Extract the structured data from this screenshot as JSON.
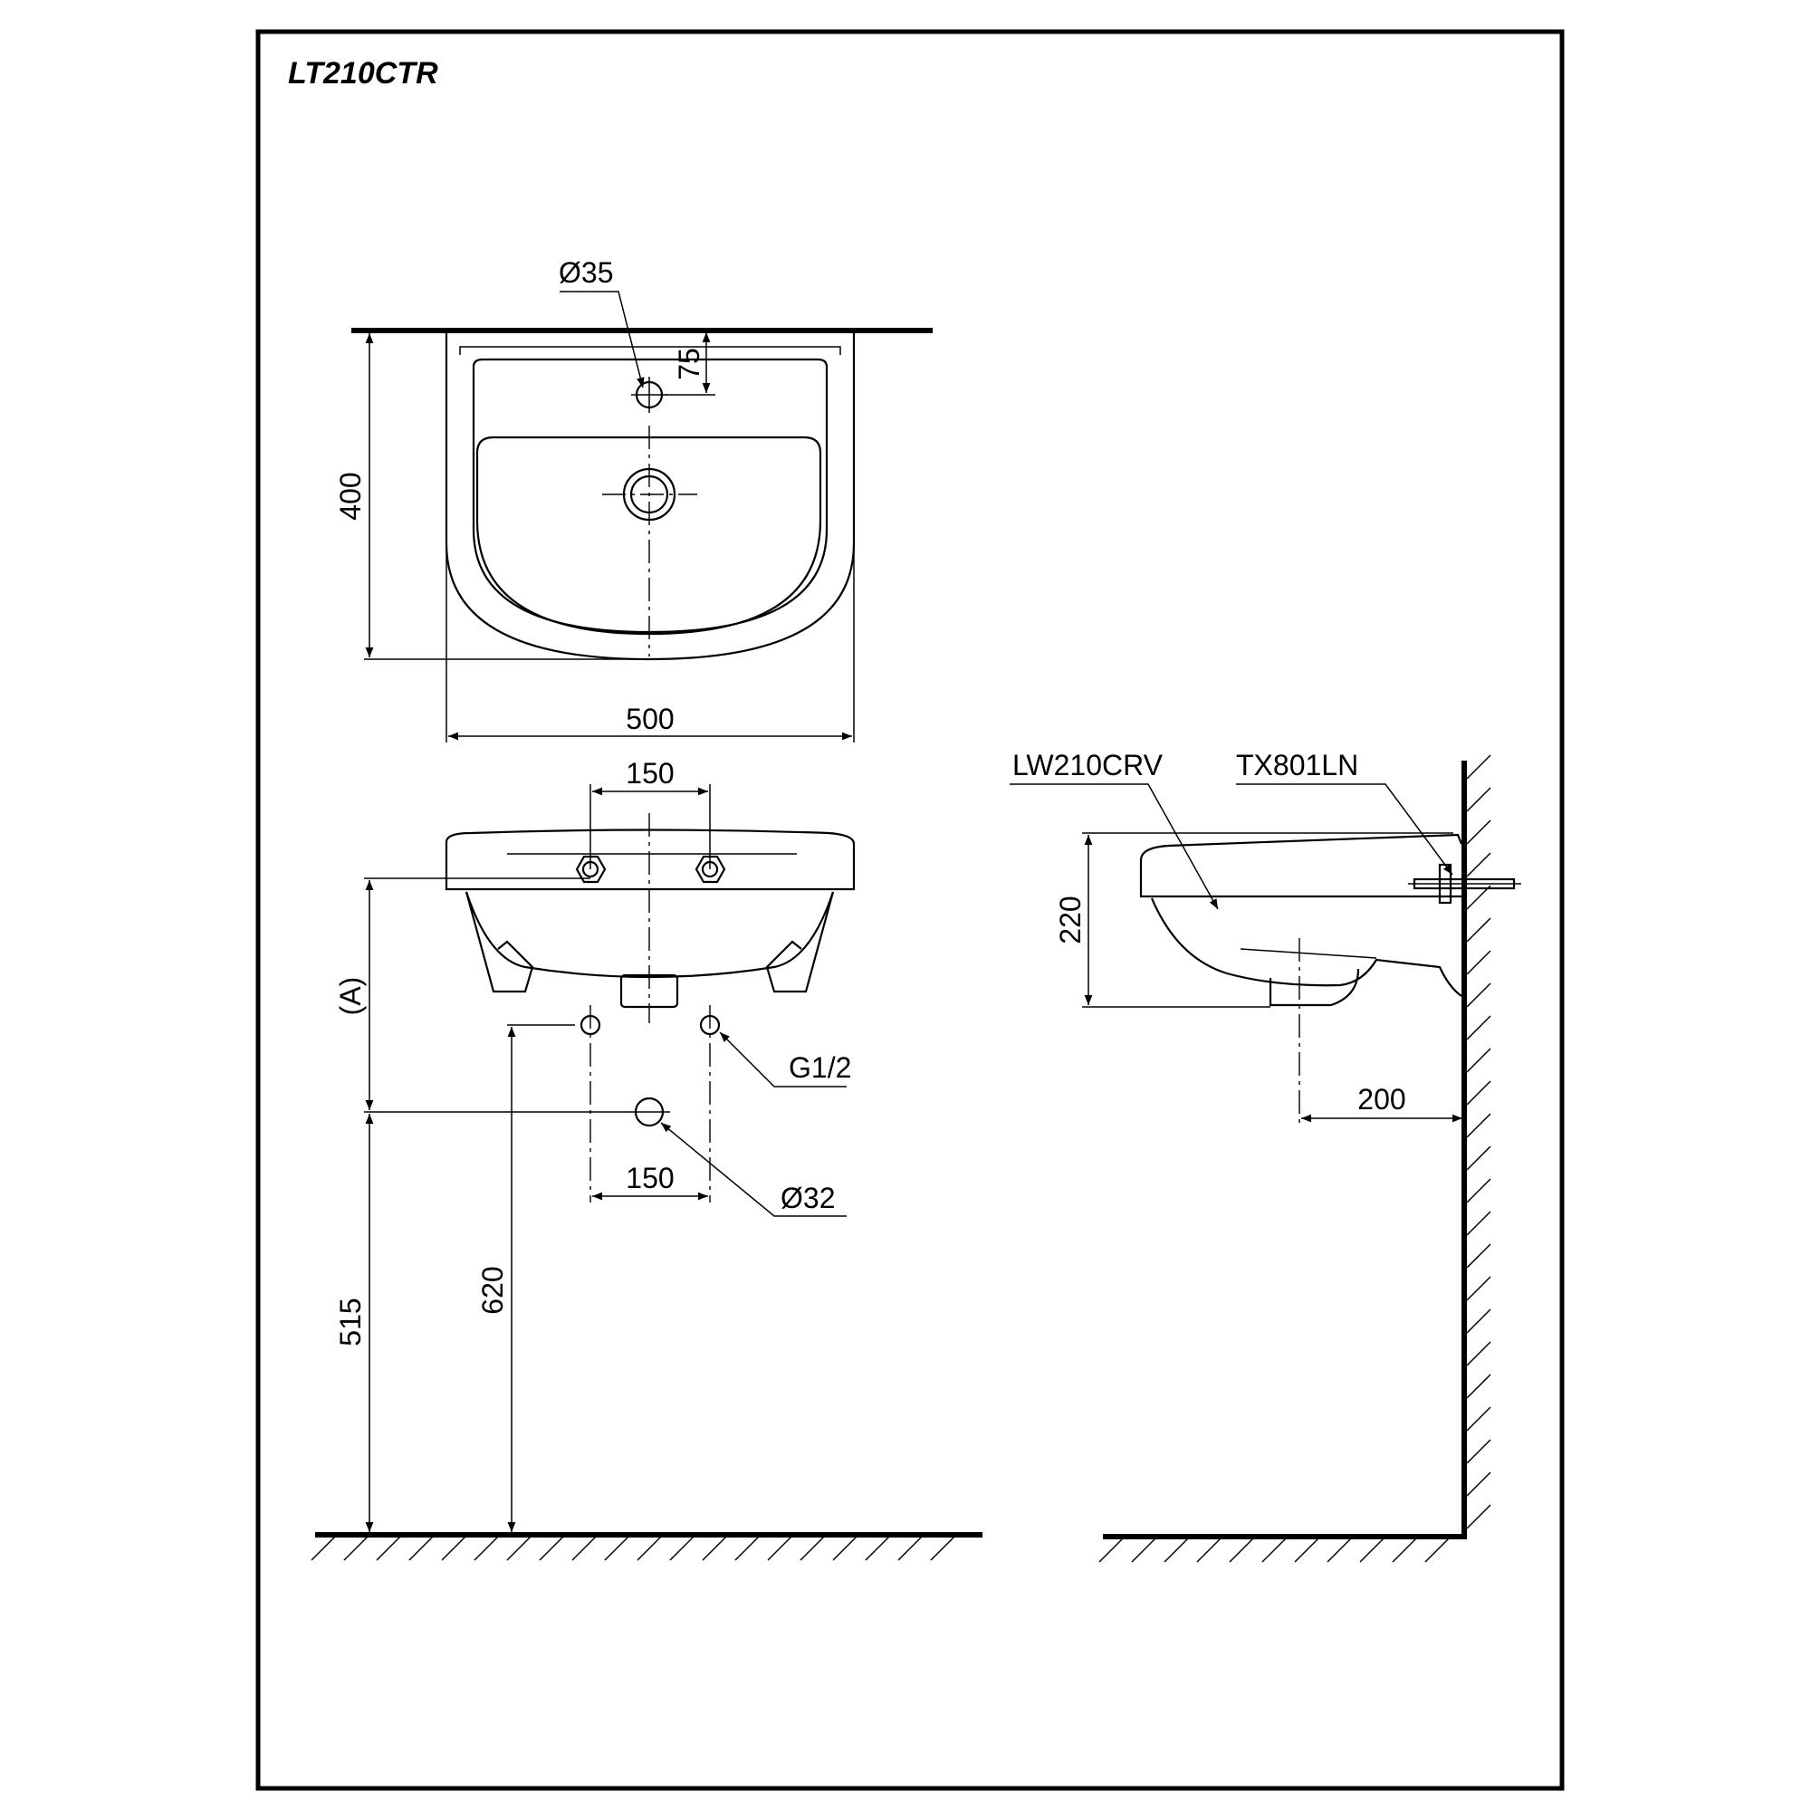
{
  "title": "LT210CTR",
  "top_view": {
    "hole_diameter": "Ø35",
    "hole_offset": "75",
    "depth": "400",
    "width": "500"
  },
  "front_view": {
    "tap_spacing_top": "150",
    "mount_height_label": "(A)",
    "supply_thread": "G1/2",
    "drain_diameter": "Ø32",
    "supply_spacing": "150",
    "drain_height": "515",
    "supply_height": "620"
  },
  "side_view": {
    "basin_model": "LW210CRV",
    "bracket_model": "TX801LN",
    "height": "220",
    "wall_distance": "200"
  }
}
